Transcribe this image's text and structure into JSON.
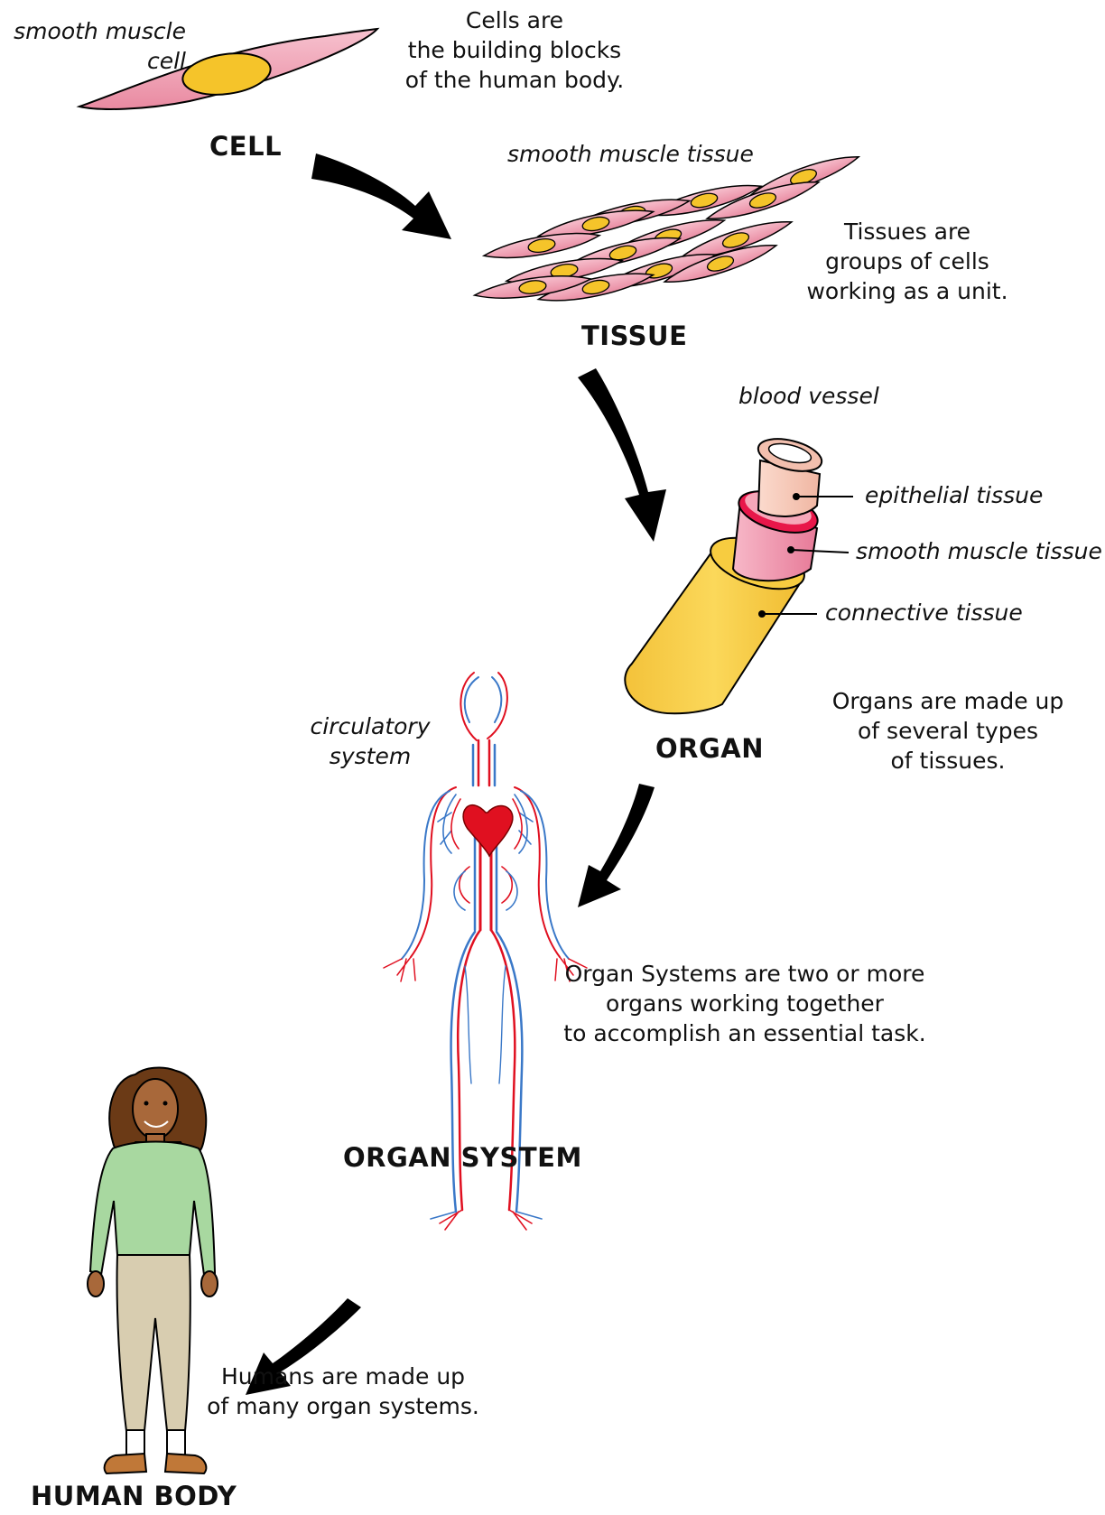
{
  "cell": {
    "heading": "CELL",
    "label": "smooth muscle\ncell",
    "description": "Cells are\nthe building blocks\nof the human body."
  },
  "tissue": {
    "heading": "TISSUE",
    "label": "smooth muscle tissue",
    "description": "Tissues are\ngroups of cells\nworking as a unit."
  },
  "organ": {
    "heading": "ORGAN",
    "label": "blood vessel",
    "layers": [
      "epithelial tissue",
      "smooth muscle tissue",
      "connective tissue"
    ],
    "description": "Organs are made up\nof several types\nof tissues."
  },
  "organ_system": {
    "heading": "ORGAN SYSTEM",
    "label": "circulatory\nsystem",
    "description": "Organ Systems are two or more\norgans working together\nto accomplish an essential task."
  },
  "human_body": {
    "heading": "HUMAN BODY",
    "description": "Humans are made up\nof many organ systems."
  },
  "colors": {
    "cell_fill": "#f2a4b4",
    "nucleus_fill": "#f5c42a",
    "artery": "#e01020",
    "vein": "#3a78c8",
    "connective": "#f9d44a",
    "muscle_layer": "#f2a0b4",
    "epithelial": "#f7c9b8",
    "arrow": "#000000"
  }
}
